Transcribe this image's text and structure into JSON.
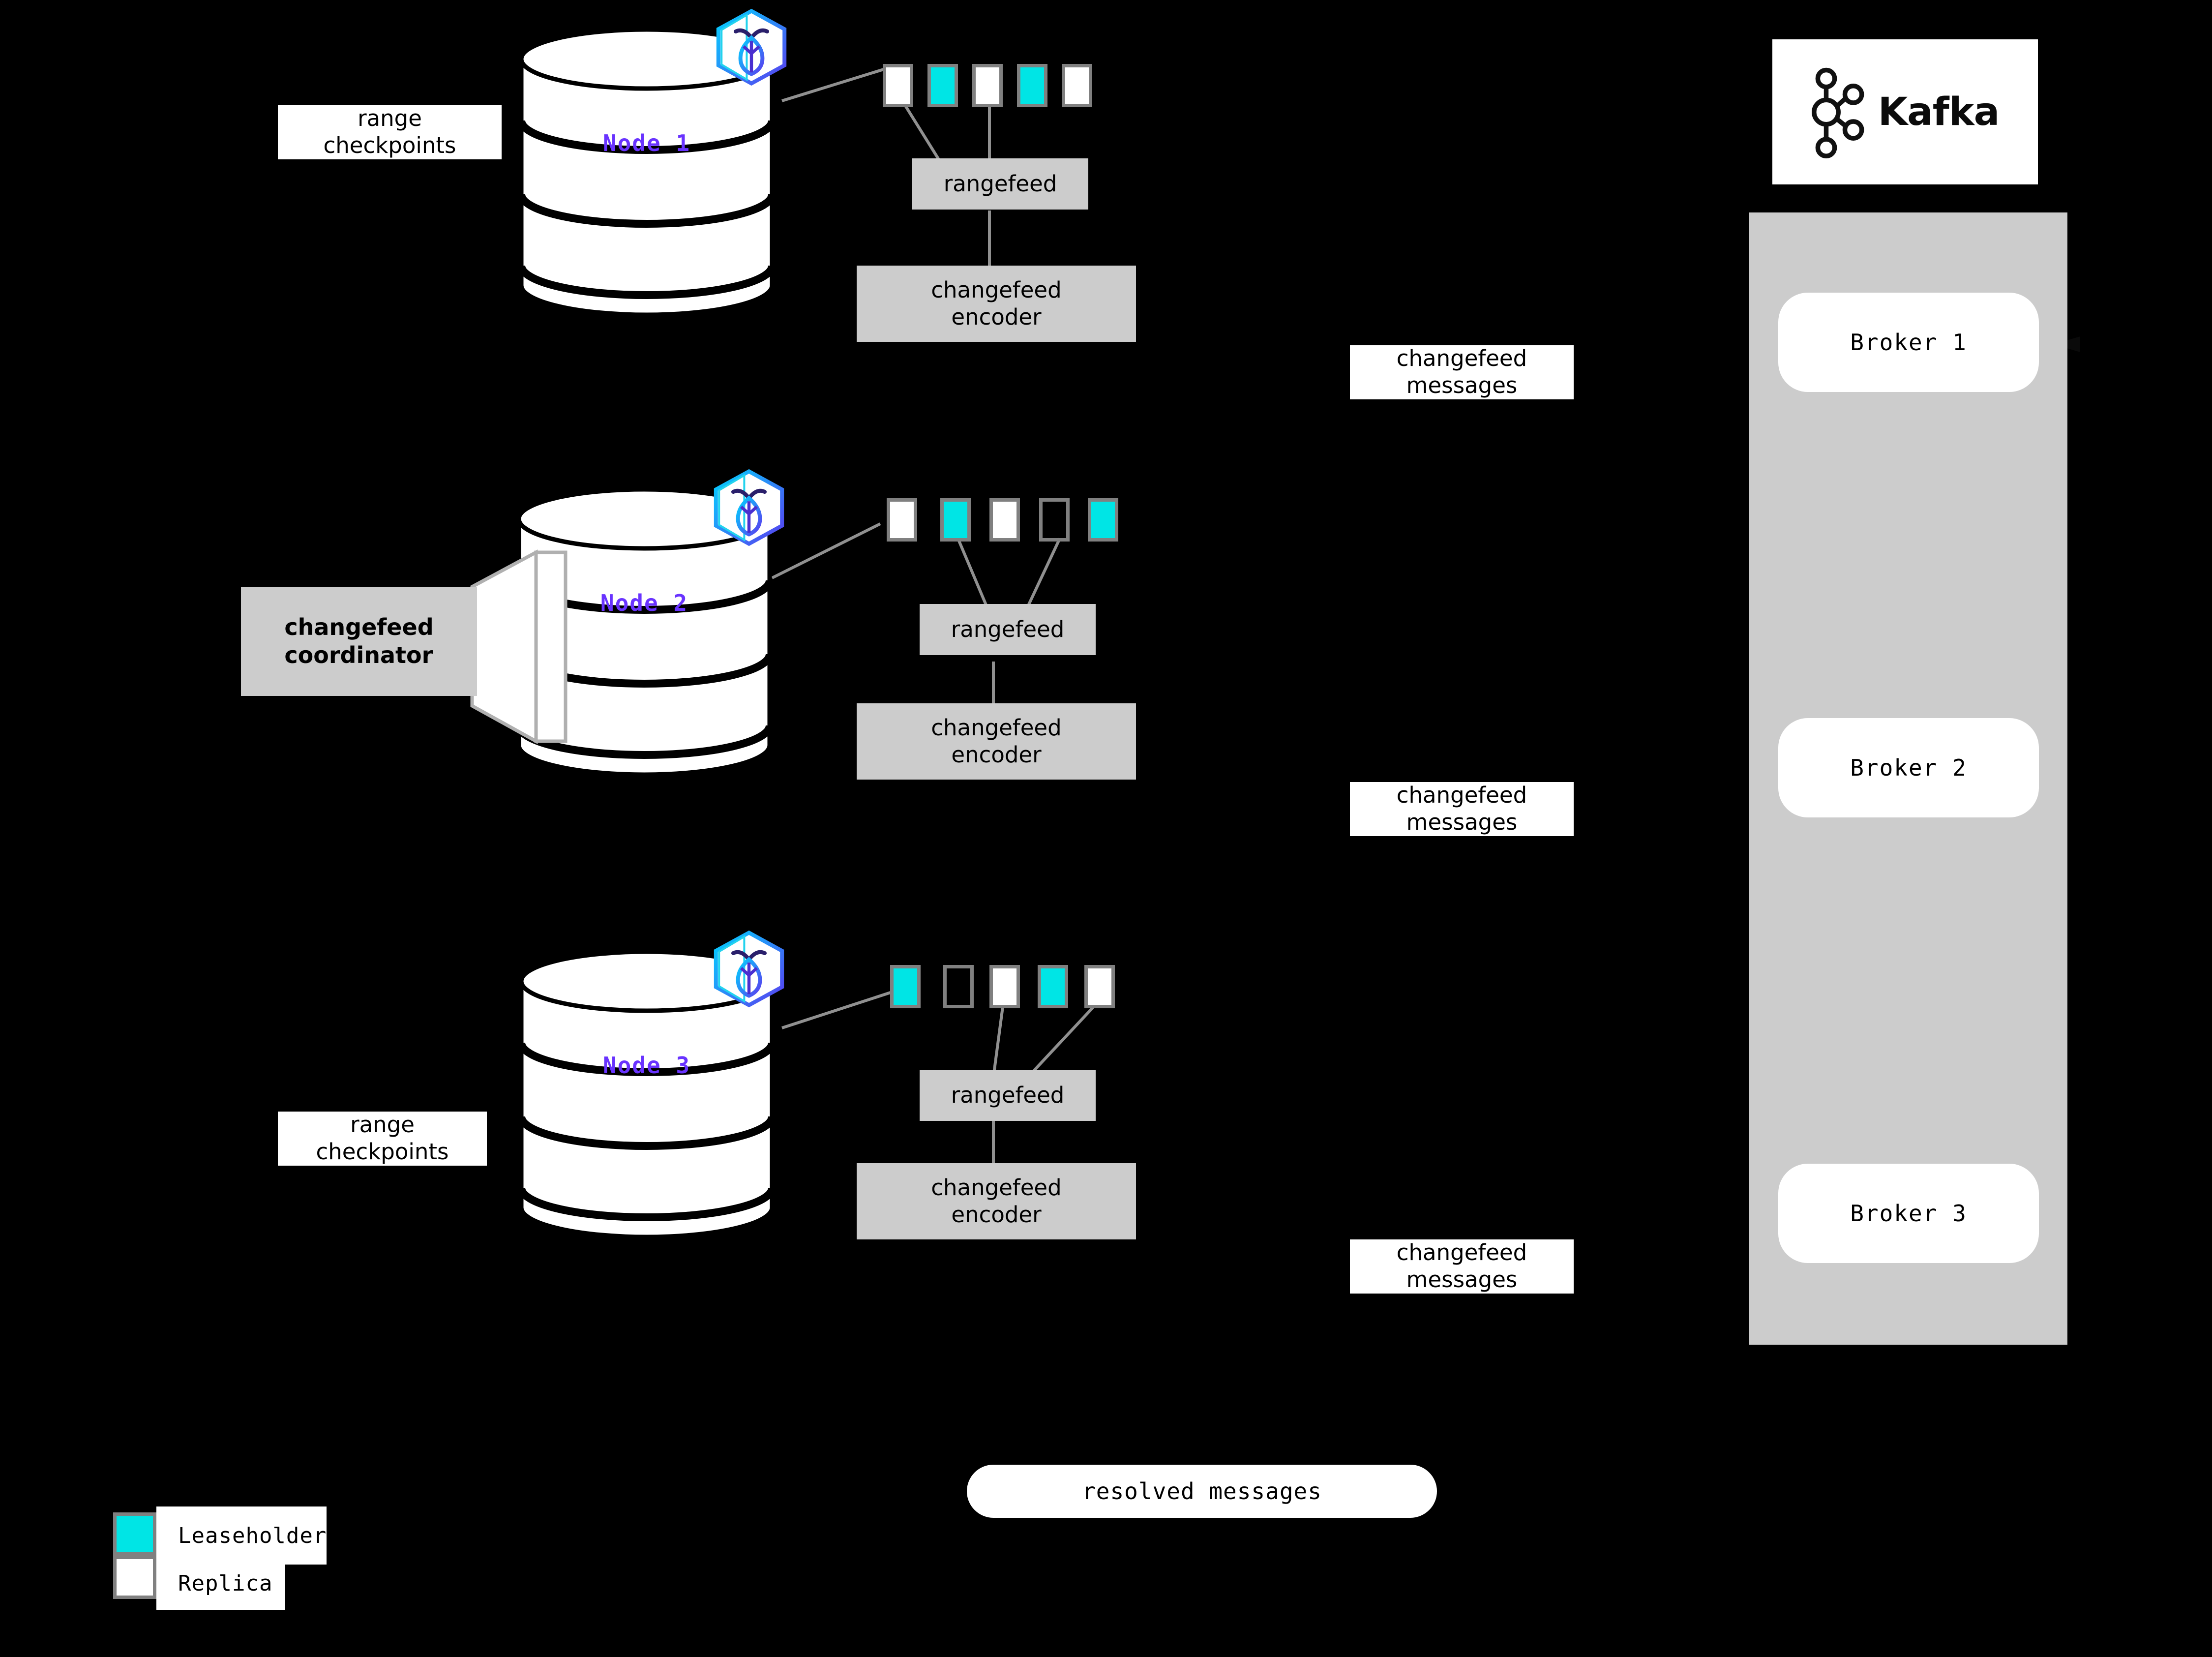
{
  "diagram": {
    "title": "CockroachDB changefeed architecture to Kafka",
    "background": "#000000",
    "accent_purple": "#6933FF",
    "leaseholder_color": "#00E5E5",
    "replica_color": "#FFFFFF",
    "box_grey": "#CCCCCC",
    "border_grey": "#808080"
  },
  "nodes": [
    {
      "label": "Node 1",
      "ranges": [
        "replica",
        "leaseholder",
        "replica",
        "leaseholder",
        "replica"
      ],
      "rangefeed_label": "rangefeed",
      "encoder_label": "changefeed\nencoder",
      "checkpoint_label": "range\ncheckpoints",
      "has_coordinator": false
    },
    {
      "label": "Node 2",
      "ranges": [
        "replica",
        "leaseholder",
        "replica",
        "empty",
        "leaseholder"
      ],
      "rangefeed_label": "rangefeed",
      "encoder_label": "changefeed\nencoder",
      "checkpoint_label": "",
      "has_coordinator": true,
      "coordinator_label": "changefeed\ncoordinator"
    },
    {
      "label": "Node 3",
      "ranges": [
        "leaseholder",
        "empty",
        "replica",
        "leaseholder",
        "replica"
      ],
      "rangefeed_label": "rangefeed",
      "encoder_label": "changefeed\nencoder",
      "checkpoint_label": "range\ncheckpoints",
      "has_coordinator": false
    }
  ],
  "message_labels": [
    {
      "text": "changefeed\nmessages"
    },
    {
      "text": "changefeed\nmessages"
    },
    {
      "text": "changefeed\nmessages"
    }
  ],
  "resolved": {
    "label": "resolved messages"
  },
  "kafka": {
    "name": "Kafka",
    "logo_icon": "kafka-node-graph-icon",
    "brokers": [
      {
        "label": "Broker 1"
      },
      {
        "label": "Broker 2"
      },
      {
        "label": "Broker 3"
      }
    ]
  },
  "legend": {
    "items": [
      {
        "swatch": "leaseholder",
        "color": "#00E5E5",
        "label": "Leaseholder"
      },
      {
        "swatch": "replica",
        "color": "#FFFFFF",
        "label": "Replica"
      }
    ]
  }
}
